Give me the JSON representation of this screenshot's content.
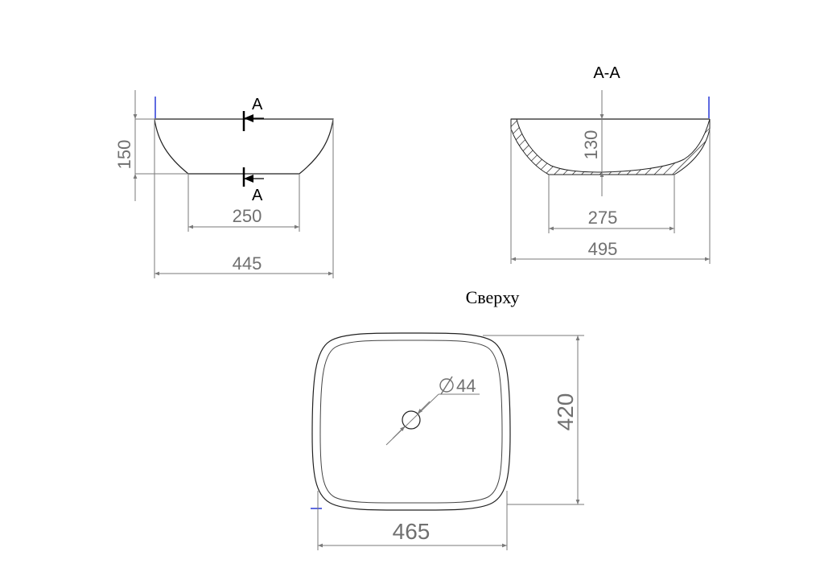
{
  "front_view": {
    "height_dim": "150",
    "base_width_dim": "250",
    "overall_width_dim": "445",
    "section_mark_top": "A",
    "section_mark_bottom": "A"
  },
  "section_view": {
    "title": "A-A",
    "depth_dim": "130",
    "base_width_dim": "275",
    "overall_width_dim": "495"
  },
  "top_view": {
    "title": "Сверху",
    "drain_diameter_dim": "44",
    "depth_dim": "420",
    "width_dim": "465"
  },
  "colors": {
    "dimension_lines": "#7a7a7a",
    "outline": "#222222",
    "marker": "#1a2bd4"
  }
}
